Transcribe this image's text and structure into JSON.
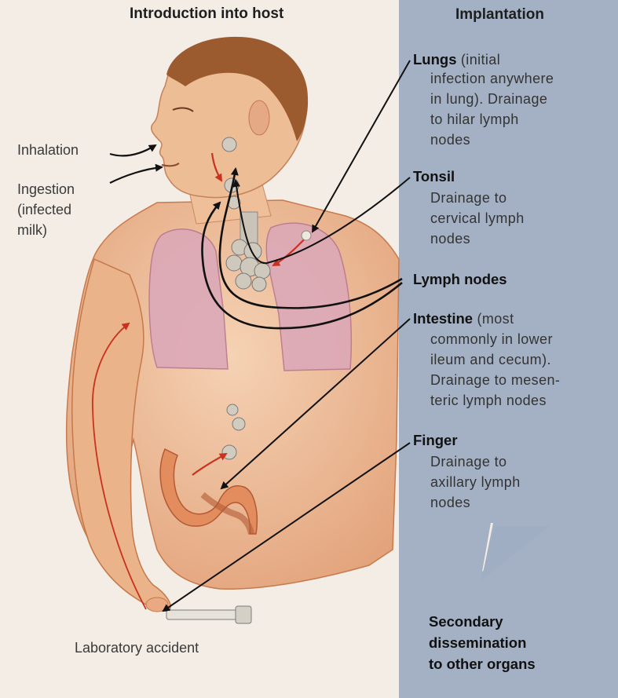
{
  "headers": {
    "introduction": "Introduction into host",
    "implantation": "Implantation"
  },
  "routes": {
    "inhalation": "Inhalation",
    "ingestion": [
      "Ingestion",
      "(infected",
      "milk)"
    ],
    "laboratory": "Laboratory accident"
  },
  "sites": [
    {
      "head": "Lungs",
      "head_suffix": " (initial",
      "lines": [
        "infection anywhere",
        "in lung). Drainage",
        "to hilar lymph",
        "nodes"
      ]
    },
    {
      "head": "Tonsil",
      "head_suffix": "",
      "lines": [
        "Drainage to",
        "cervical lymph",
        "nodes"
      ]
    },
    {
      "head": "Lymph nodes",
      "head_suffix": "",
      "lines": []
    },
    {
      "head": "Intestine",
      "head_suffix": " (most",
      "lines": [
        "commonly in lower",
        "ileum and cecum).",
        "Drainage to mesen-",
        "teric lymph nodes"
      ]
    },
    {
      "head": "Finger",
      "head_suffix": "",
      "lines": [
        "Drainage to",
        "axillary lymph",
        "nodes"
      ]
    }
  ],
  "secondary": [
    "Secondary",
    "dissemination",
    "to other organs"
  ],
  "colors": {
    "panel": "#a4b1c4",
    "skin": "#e9b48c",
    "lung": "#dca9b8",
    "intestine": "#e38d5f",
    "hair": "#9c5a2f",
    "arrow_red": "#c8321f",
    "arrow_black": "#111111"
  }
}
